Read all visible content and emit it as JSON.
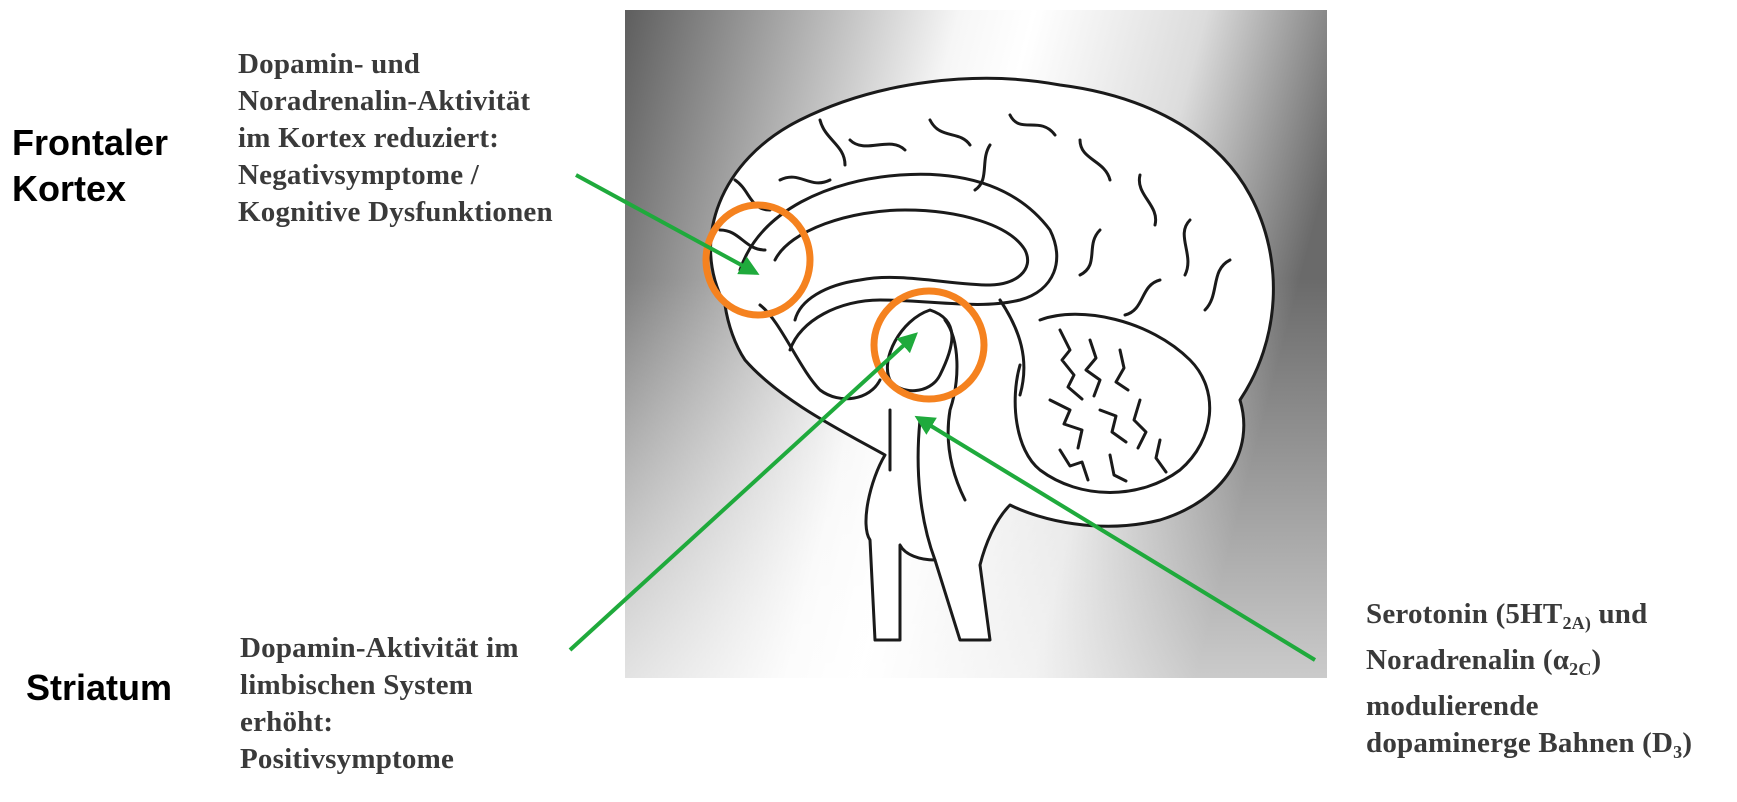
{
  "labels": {
    "frontal": [
      "Frontaler",
      "Kortex"
    ],
    "striatum": "Striatum"
  },
  "notes": {
    "top": [
      "Dopamin- und",
      "Noradrenalin-Aktivität",
      "im Kortex reduziert:",
      "Negativsymptome /",
      "Kognitive Dysfunktionen"
    ],
    "bottom_left": [
      "Dopamin-Aktivität im",
      "limbischen System",
      "erhöht:",
      "Positivsymptome"
    ],
    "bottom_right": {
      "line1_a": "Serotonin (5HT",
      "line1_sub": "2A)",
      "line1_b": " und",
      "line2_a": "Noradrenalin (α",
      "line2_sub": "2C",
      "line2_b": ")",
      "line3": "modulierende",
      "line4_a": "dopaminerge Bahnen (D",
      "line4_sub": "3",
      "line4_b": ")"
    }
  },
  "colors": {
    "arrow": "#1faa3c",
    "highlight": "#f5821f",
    "outline": "#1a1a1a"
  }
}
